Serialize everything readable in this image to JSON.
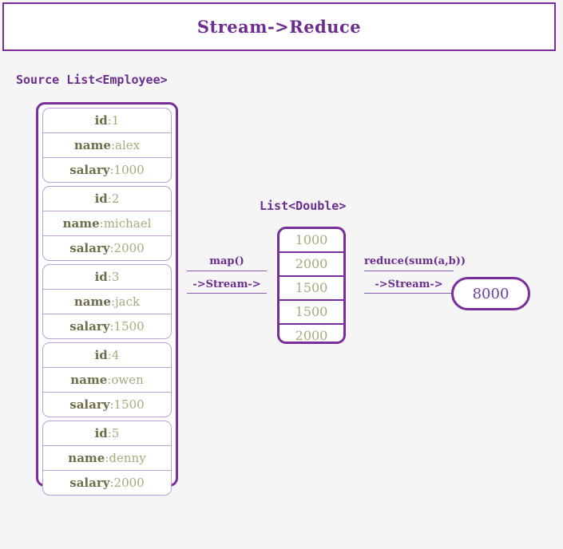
{
  "header": {
    "title": "Stream->Reduce"
  },
  "source": {
    "label": "Source List<Employee>",
    "field_keys": {
      "id": "id",
      "name": "name",
      "salary": "salary"
    },
    "separator": ":",
    "employees": [
      {
        "id": "1",
        "name": "alex",
        "salary": "1000"
      },
      {
        "id": "2",
        "name": "michael",
        "salary": "2000"
      },
      {
        "id": "3",
        "name": "jack",
        "salary": "1500"
      },
      {
        "id": "4",
        "name": "owen",
        "salary": "1500"
      },
      {
        "id": "5",
        "name": "denny",
        "salary": "2000"
      }
    ]
  },
  "map_transform": {
    "operation": "map()",
    "stream": "->Stream->"
  },
  "double_list": {
    "label": "List<Double>",
    "values": [
      "1000",
      "2000",
      "1500",
      "1500",
      "2000"
    ]
  },
  "reduce_transform": {
    "operation": "reduce(sum(a,b))",
    "stream": "->Stream->"
  },
  "result": {
    "value": "8000"
  },
  "colors": {
    "accent_purple": "#7B2D9B",
    "title_purple": "#6B2D8F",
    "light_lavender": "#b9a3d4",
    "value_olive": "#a9a97e",
    "key_olive": "#6e6e4a",
    "page_background": "#f5f5f5"
  }
}
